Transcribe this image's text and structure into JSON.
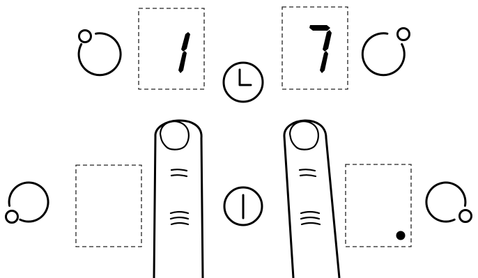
{
  "displays": {
    "top_left": {
      "digit": "1"
    },
    "top_right": {
      "digit": "7"
    },
    "bottom_left": {
      "digit": ""
    },
    "bottom_right": {
      "digit": "",
      "residual_heat_dot": true
    }
  },
  "controls": {
    "timer": {
      "icon": "clock-icon"
    },
    "power": {
      "icon": "power-icon"
    }
  },
  "hotplate_indicators": [
    {
      "position": "top-left",
      "icon": "cooking-zone-top-left-icon"
    },
    {
      "position": "top-right",
      "icon": "cooking-zone-top-right-icon"
    },
    {
      "position": "bottom-left",
      "icon": "cooking-zone-bottom-left-icon"
    },
    {
      "position": "bottom-right",
      "icon": "cooking-zone-bottom-right-icon"
    }
  ],
  "gesture": {
    "fingers": 2,
    "action": "touch"
  }
}
